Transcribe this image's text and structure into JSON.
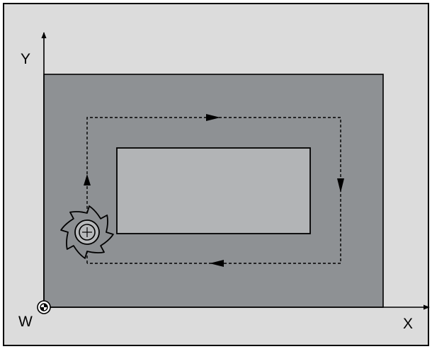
{
  "labels": {
    "y_axis": "Y",
    "x_axis": "X",
    "origin": "W"
  },
  "colors": {
    "background": "#dcdcdc",
    "frame": "#000000",
    "workpiece": "#8e9194",
    "pocket": "#b2b4b6",
    "toolpath": "#000000",
    "cutter_body": "#8c8f92",
    "cutter_hub": "#b8babc"
  },
  "icons": {
    "cutter": "milling-cutter-icon",
    "origin": "workpiece-zero-icon"
  },
  "toolpath": {
    "style": "dashed",
    "direction": "clockwise"
  }
}
